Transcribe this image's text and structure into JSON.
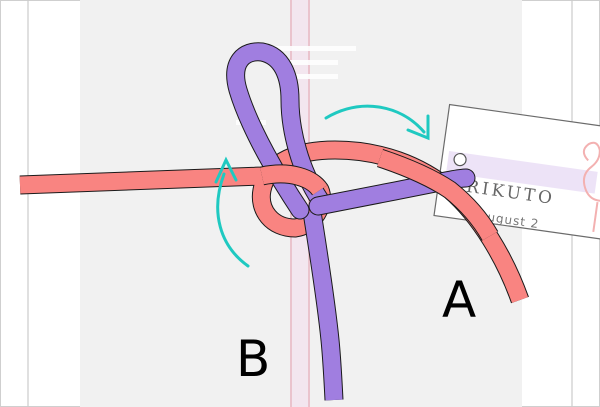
{
  "labels": {
    "a": "A",
    "b": "B"
  },
  "tag": {
    "name": "RIKUTO",
    "date": "August 2"
  },
  "colors": {
    "rope_a": "#f98481",
    "rope_b": "#a07ee0",
    "arrow": "#1fc9c1",
    "package": "#f1f1f1",
    "ribbon_stripe": "#f0dcea",
    "ribbon_line": "#e8b3bf"
  }
}
